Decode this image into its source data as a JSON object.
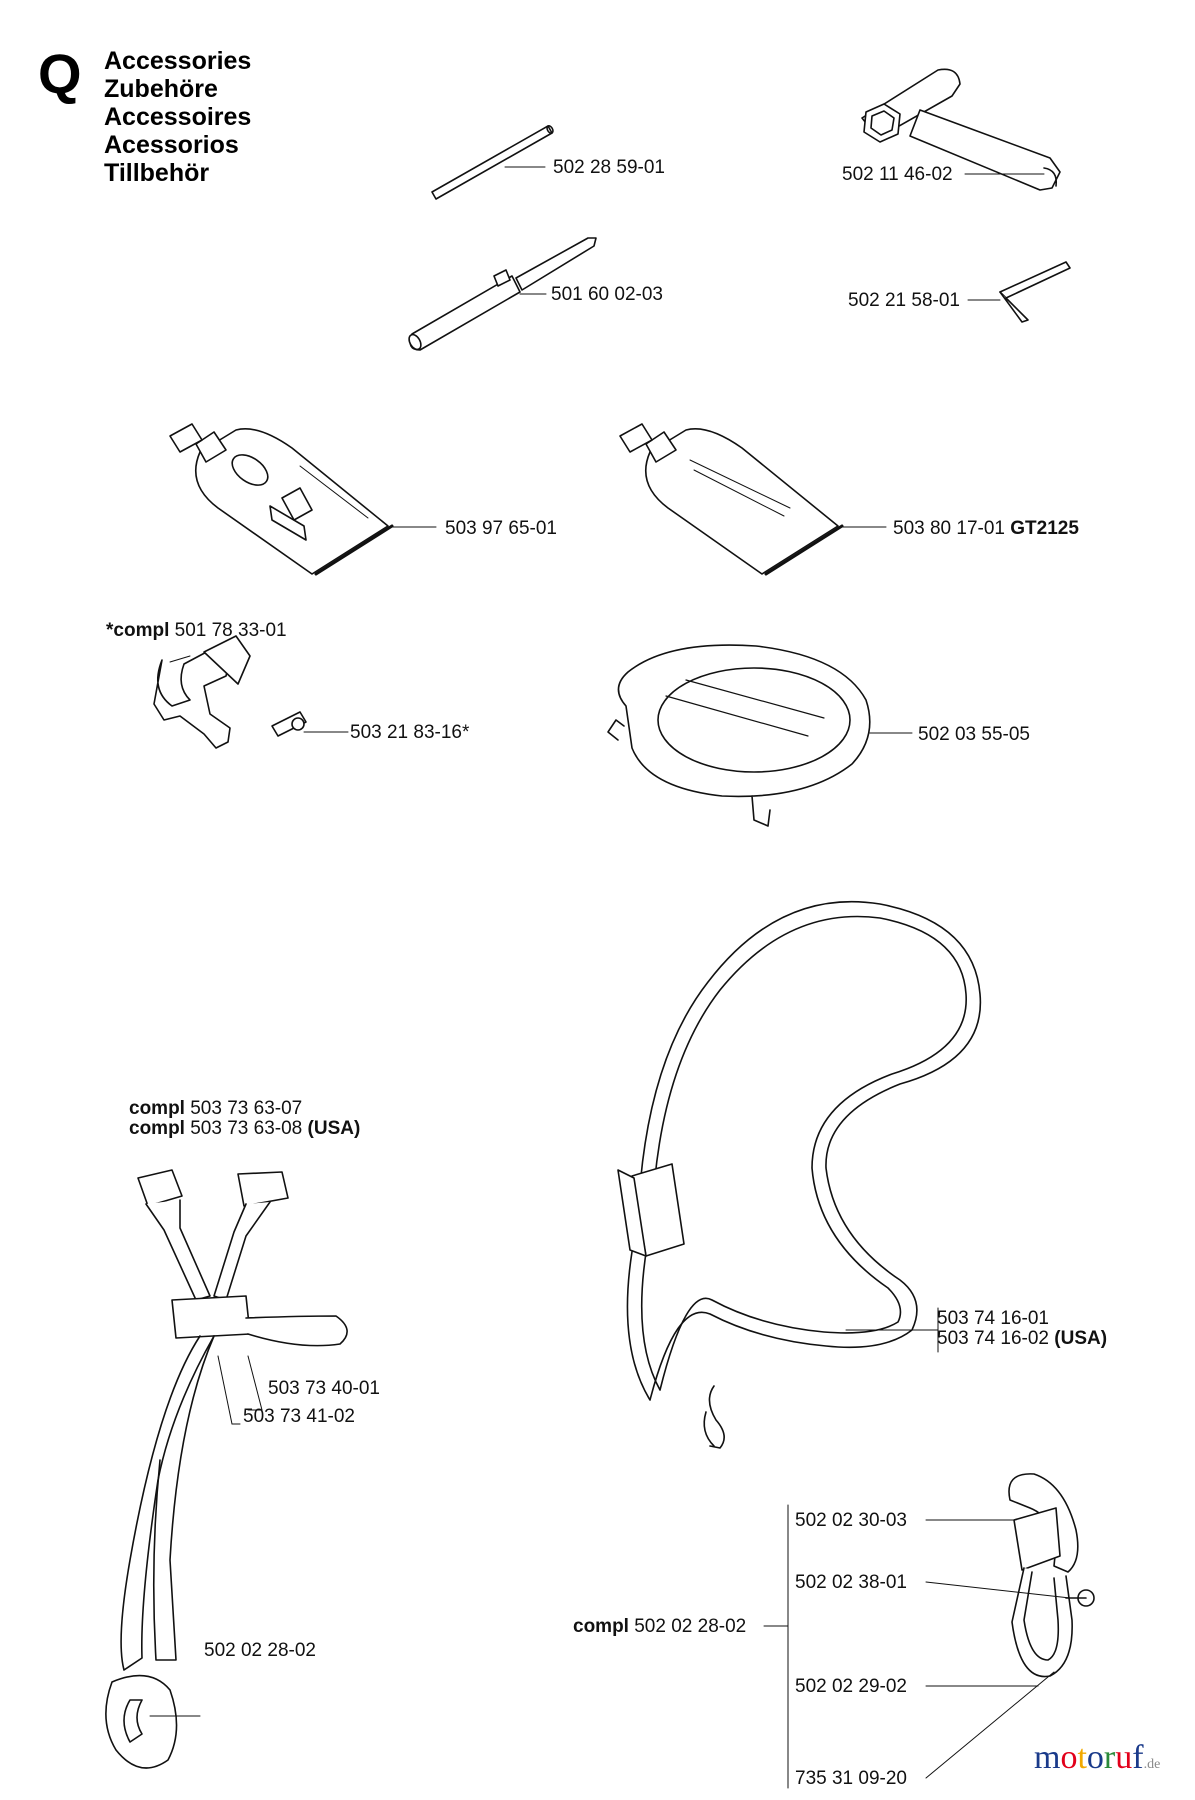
{
  "section": {
    "letter": "Q",
    "titles": [
      "Accessories",
      "Zubehöre",
      "Accessoires",
      "Acessorios",
      "Tillbehör"
    ]
  },
  "parts": {
    "rod": "502 28 59-01",
    "box_spanner": "502 11 46-02",
    "file": "501 60 02-03",
    "hex_key": "502 21 58-01",
    "grease_tube_1": "503 97 65-01",
    "grease_tube_2": "503 80 17-01",
    "grease_tube_2_model": "GT2125",
    "clamp_compl_label": "*compl",
    "clamp_compl": "501 78 33-01",
    "screw": "503 21 83-16*",
    "guard_ring": "502 03 55-05",
    "harness_compl_label": "compl",
    "harness_compl_1": "503 73 63-07",
    "harness_compl_2": "503 73 63-08",
    "harness_compl_2_suffix": "(USA)",
    "buckle_a": "503 73 40-01",
    "buckle_b": "503 73 41-02",
    "harness_hook": "502 02 28-02",
    "strap_1": "503 74 16-01",
    "strap_2": "503 74 16-02",
    "strap_2_suffix": "(USA)",
    "hook_top": "502 02 30-03",
    "hook_pin": "502 02 38-01",
    "hook_compl_label": "compl",
    "hook_compl": "502 02 28-02",
    "hook_loop": "502 02 29-02",
    "hook_bottom": "735 31 09-20"
  },
  "watermark": {
    "text": "motoruf",
    "suffix": ".de",
    "colors": [
      "#1a3a8a",
      "#e2001a",
      "#f2a900",
      "#1a3a8a",
      "#2a8a3a",
      "#e2001a",
      "#1a3a8a"
    ]
  }
}
